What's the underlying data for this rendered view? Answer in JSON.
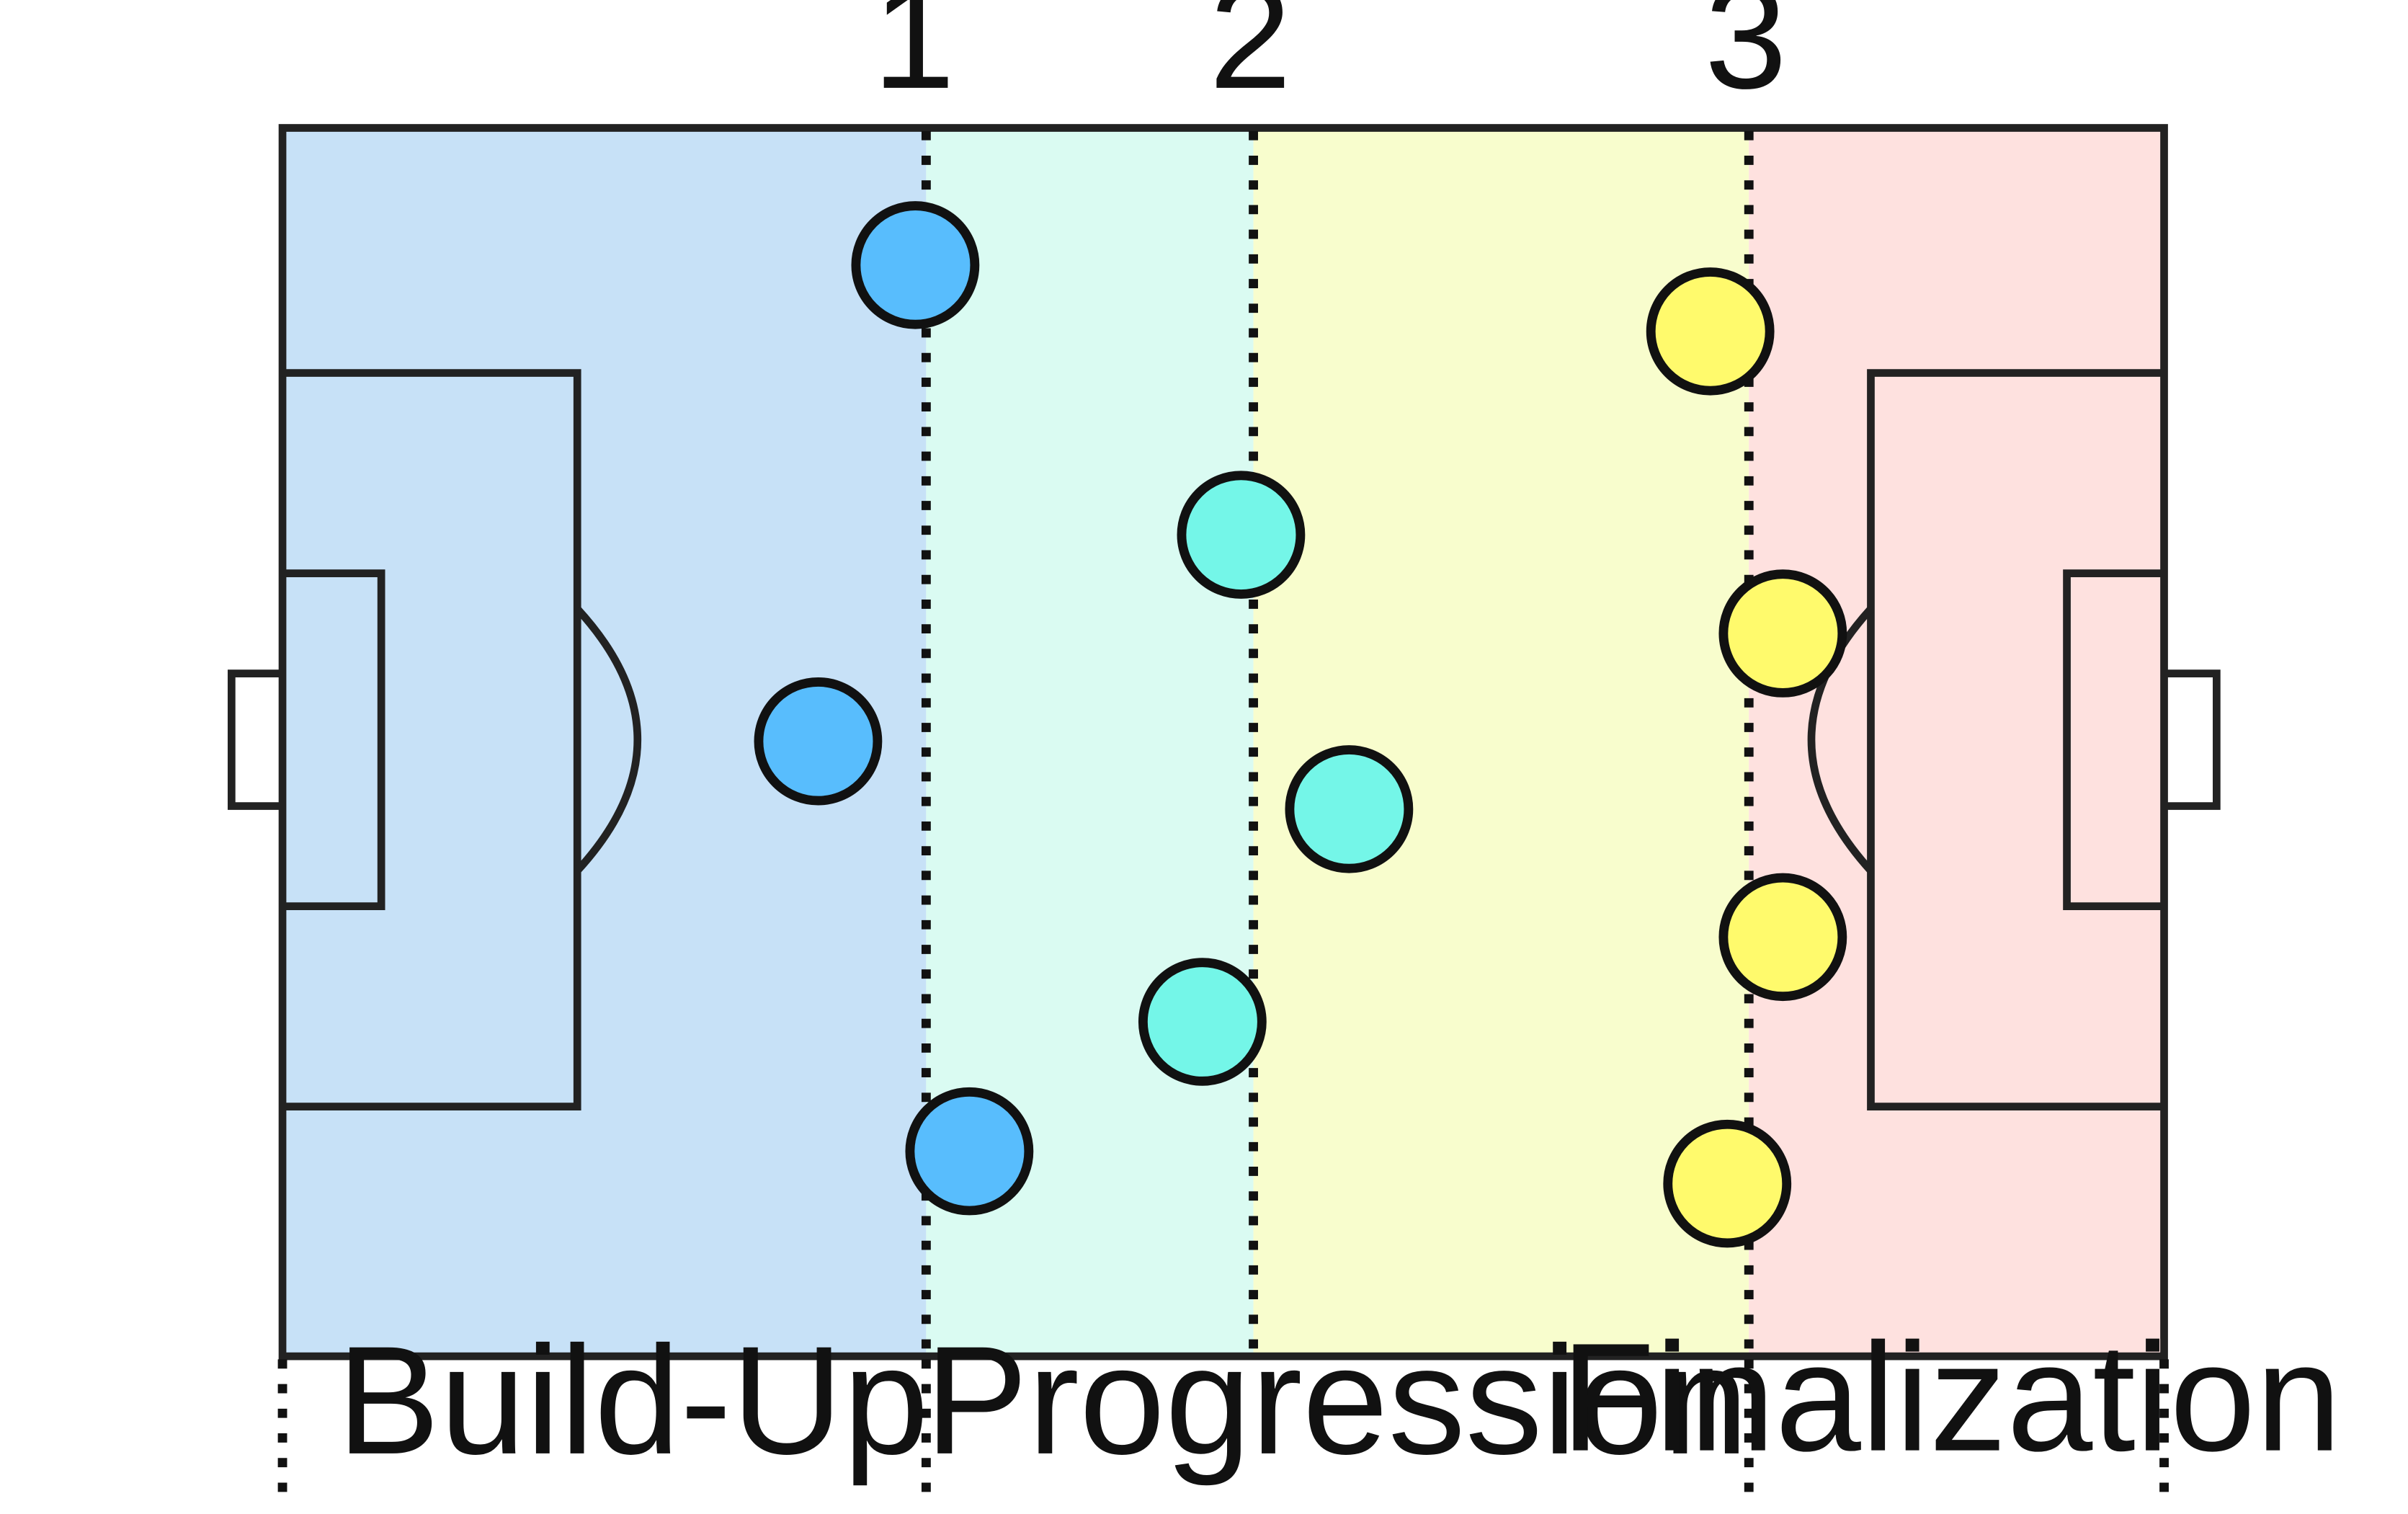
{
  "colors": {
    "zone_build_up": "#c7e1f7",
    "zone_progression_a": "#dafbf2",
    "zone_progression_b": "#f8fdcd",
    "zone_finalization": "#fee1df",
    "team_blue": "#58bdfd",
    "team_cyan": "#74f6e8",
    "team_yellow": "#fffa6c",
    "lines": "#222222"
  },
  "lines": [
    {
      "label": "1"
    },
    {
      "label": "2"
    },
    {
      "label": "3"
    }
  ],
  "phases": [
    {
      "label": "Build-Up"
    },
    {
      "label": "Progression"
    },
    {
      "label": "Finalization"
    }
  ],
  "players": [
    {
      "team": "blue"
    },
    {
      "team": "blue"
    },
    {
      "team": "blue"
    },
    {
      "team": "cyan"
    },
    {
      "team": "cyan"
    },
    {
      "team": "cyan"
    },
    {
      "team": "yellow"
    },
    {
      "team": "yellow"
    },
    {
      "team": "yellow"
    },
    {
      "team": "yellow"
    }
  ]
}
